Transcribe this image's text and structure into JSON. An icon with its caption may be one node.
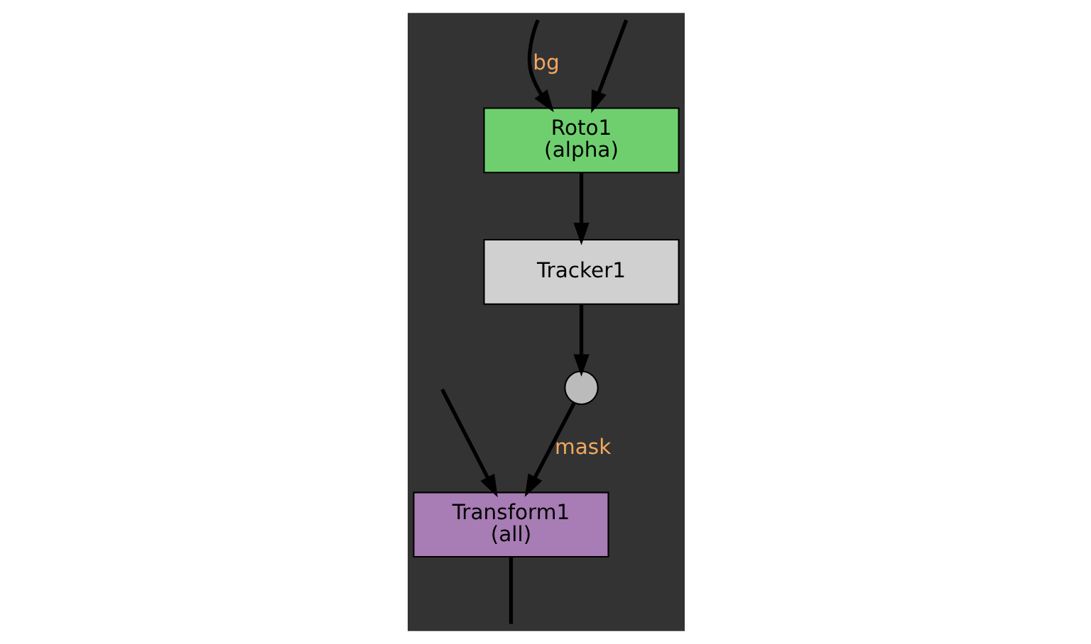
{
  "diagram": {
    "nodes": [
      {
        "text": [
          "Roto1",
          "(alpha)"
        ]
      },
      {
        "text": [
          "Tracker1"
        ]
      },
      {
        "text": [],
        "shape": "circle"
      },
      {
        "text": [
          "Transform1",
          "(all)"
        ]
      }
    ],
    "edges": [
      {
        "from": null,
        "to": 0,
        "arrow": "to",
        "label": "bg"
      },
      {
        "from": null,
        "to": 0,
        "arrow": "to"
      },
      {
        "from": 0,
        "to": 1,
        "arrow": "to"
      },
      {
        "from": 1,
        "to": 2,
        "arrow": "to"
      },
      {
        "from": 2,
        "to": 3,
        "arrow": "to",
        "label": "mask"
      },
      {
        "from": null,
        "to": 3,
        "arrow": "to"
      },
      {
        "from": 3,
        "to": null,
        "arrow": "none"
      }
    ]
  }
}
